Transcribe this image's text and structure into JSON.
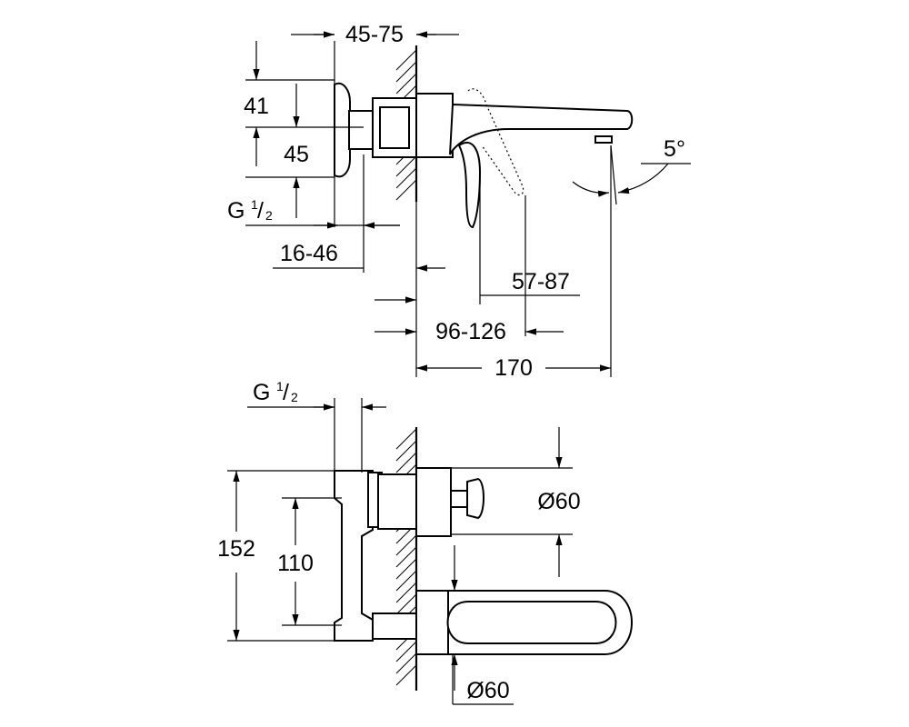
{
  "dimensions": {
    "top_view": {
      "wall_depth_range": "45-75",
      "height_upper": "41",
      "height_lower": "45",
      "thread_label": "G",
      "thread_fraction_num": "1",
      "thread_fraction_den": "2",
      "body_depth_range": "16-46",
      "handle_range": "57-87",
      "spout_range": "96-126",
      "spout_length": "170",
      "angle": "5°"
    },
    "front_view": {
      "thread_label": "G",
      "thread_fraction_num": "1",
      "thread_fraction_den": "2",
      "total_height": "152",
      "center_distance": "110",
      "diameter_upper": "Ø60",
      "diameter_lower": "Ø60"
    }
  },
  "colors": {
    "stroke": "#000000",
    "background": "#ffffff"
  }
}
